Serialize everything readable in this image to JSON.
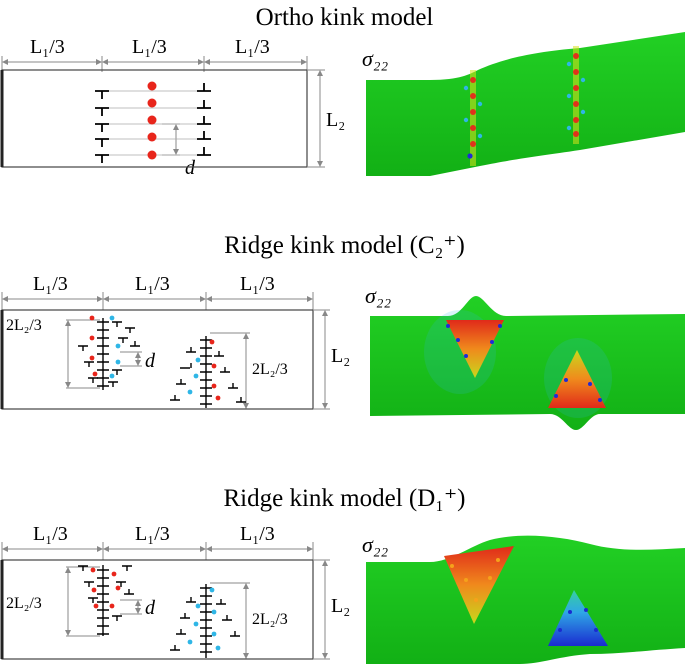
{
  "panels": [
    {
      "title": "Ortho kink model",
      "dim_label": "L₁/3",
      "height_label": "L₂",
      "spacing_label": "d",
      "stress_label": "σ₂₂"
    },
    {
      "title": "Ridge kink model (C₂⁺)",
      "dim_label": "L₁/3",
      "height_label": "L₂",
      "spacing_label": "d",
      "band_label": "2L₂/3",
      "stress_label": "σ₂₂"
    },
    {
      "title": "Ridge kink model (D₁⁺)",
      "dim_label": "L₁/3",
      "height_label": "L₂",
      "spacing_label": "d",
      "band_label": "2L₂/3",
      "stress_label": "σ₂₂"
    }
  ],
  "colors": {
    "green_field": "#19c51c",
    "red": "#e8251b",
    "cyan": "#2fb6e6",
    "blue": "#1f2bd8",
    "orange": "#f5a21b",
    "yellow": "#d8e21c"
  }
}
